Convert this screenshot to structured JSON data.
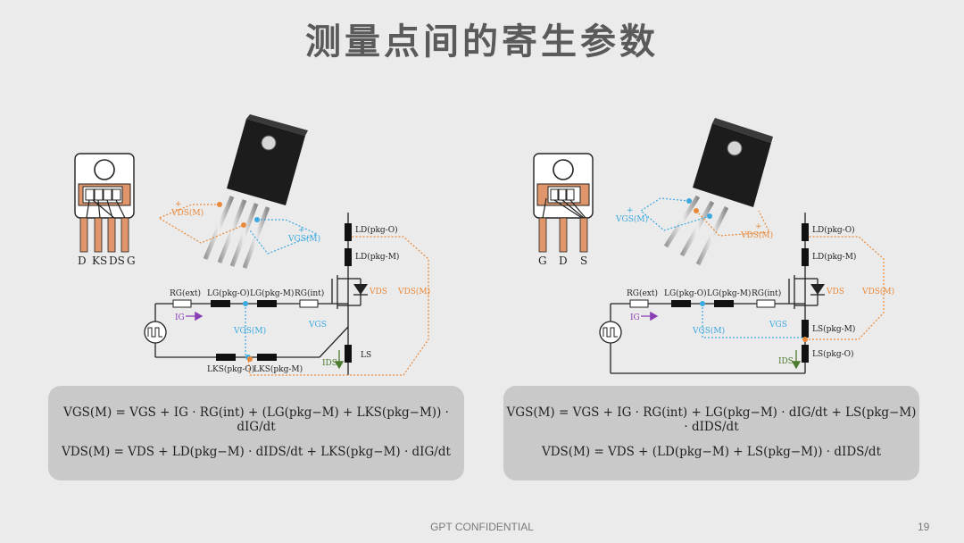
{
  "title": "测量点间的寄生参数",
  "footer": "GPT CONFIDENTIAL",
  "page_number": "19",
  "colors": {
    "blue": "#3b6fd8",
    "orange": "#e8893a",
    "purple": "#8a3fb4",
    "green": "#4c7a2e",
    "pin": "#e0956a"
  },
  "left": {
    "pins": [
      "D",
      "KS",
      "DS",
      "G"
    ],
    "labels": {
      "vds_m": "VDS(M)",
      "vgs_m": "VGS(M)",
      "rg_ext": "RG(ext)",
      "lg_pkg_o": "LG(pkg-O)",
      "lg_pkg_m": "LG(pkg-M)",
      "rg_int": "RG(int)",
      "ld_pkg_o": "LD(pkg-O)",
      "ld_pkg_m": "LD(pkg-M)",
      "vds": "VDS",
      "vgs": "VGS",
      "ls": "LS",
      "ids": "IDS",
      "ig": "IG",
      "lks_pkg_o": "LKS(pkg-O)",
      "lks_pkg_m": "LKS(pkg-M)"
    },
    "eq1": "VGS(M) = VGS + IG · RG(int) + (LG(pkg−M) + LKS(pkg−M)) · dIG/dt",
    "eq2": "VDS(M) = VDS + LD(pkg−M) · dIDS/dt + LKS(pkg−M) · dIG/dt"
  },
  "right": {
    "pins": [
      "G",
      "D",
      "S"
    ],
    "labels": {
      "vds_m": "VDS(M)",
      "vgs_m": "VGS(M)",
      "rg_ext": "RG(ext)",
      "lg_pkg_o": "LG(pkg-O)",
      "lg_pkg_m": "LG(pkg-M)",
      "rg_int": "RG(int)",
      "ld_pkg_o": "LD(pkg-O)",
      "ld_pkg_m": "LD(pkg-M)",
      "vds": "VDS",
      "vgs": "VGS",
      "ls_pkg_m": "LS(pkg-M)",
      "ls_pkg_o": "LS(pkg-O)",
      "ids": "IDS",
      "ig": "IG"
    },
    "eq1": "VGS(M) = VGS + IG · RG(int) + LG(pkg−M) · dIG/dt + LS(pkg−M) · dIDS/dt",
    "eq2": "VDS(M) = VDS + (LD(pkg−M) + LS(pkg−M)) · dIDS/dt"
  }
}
